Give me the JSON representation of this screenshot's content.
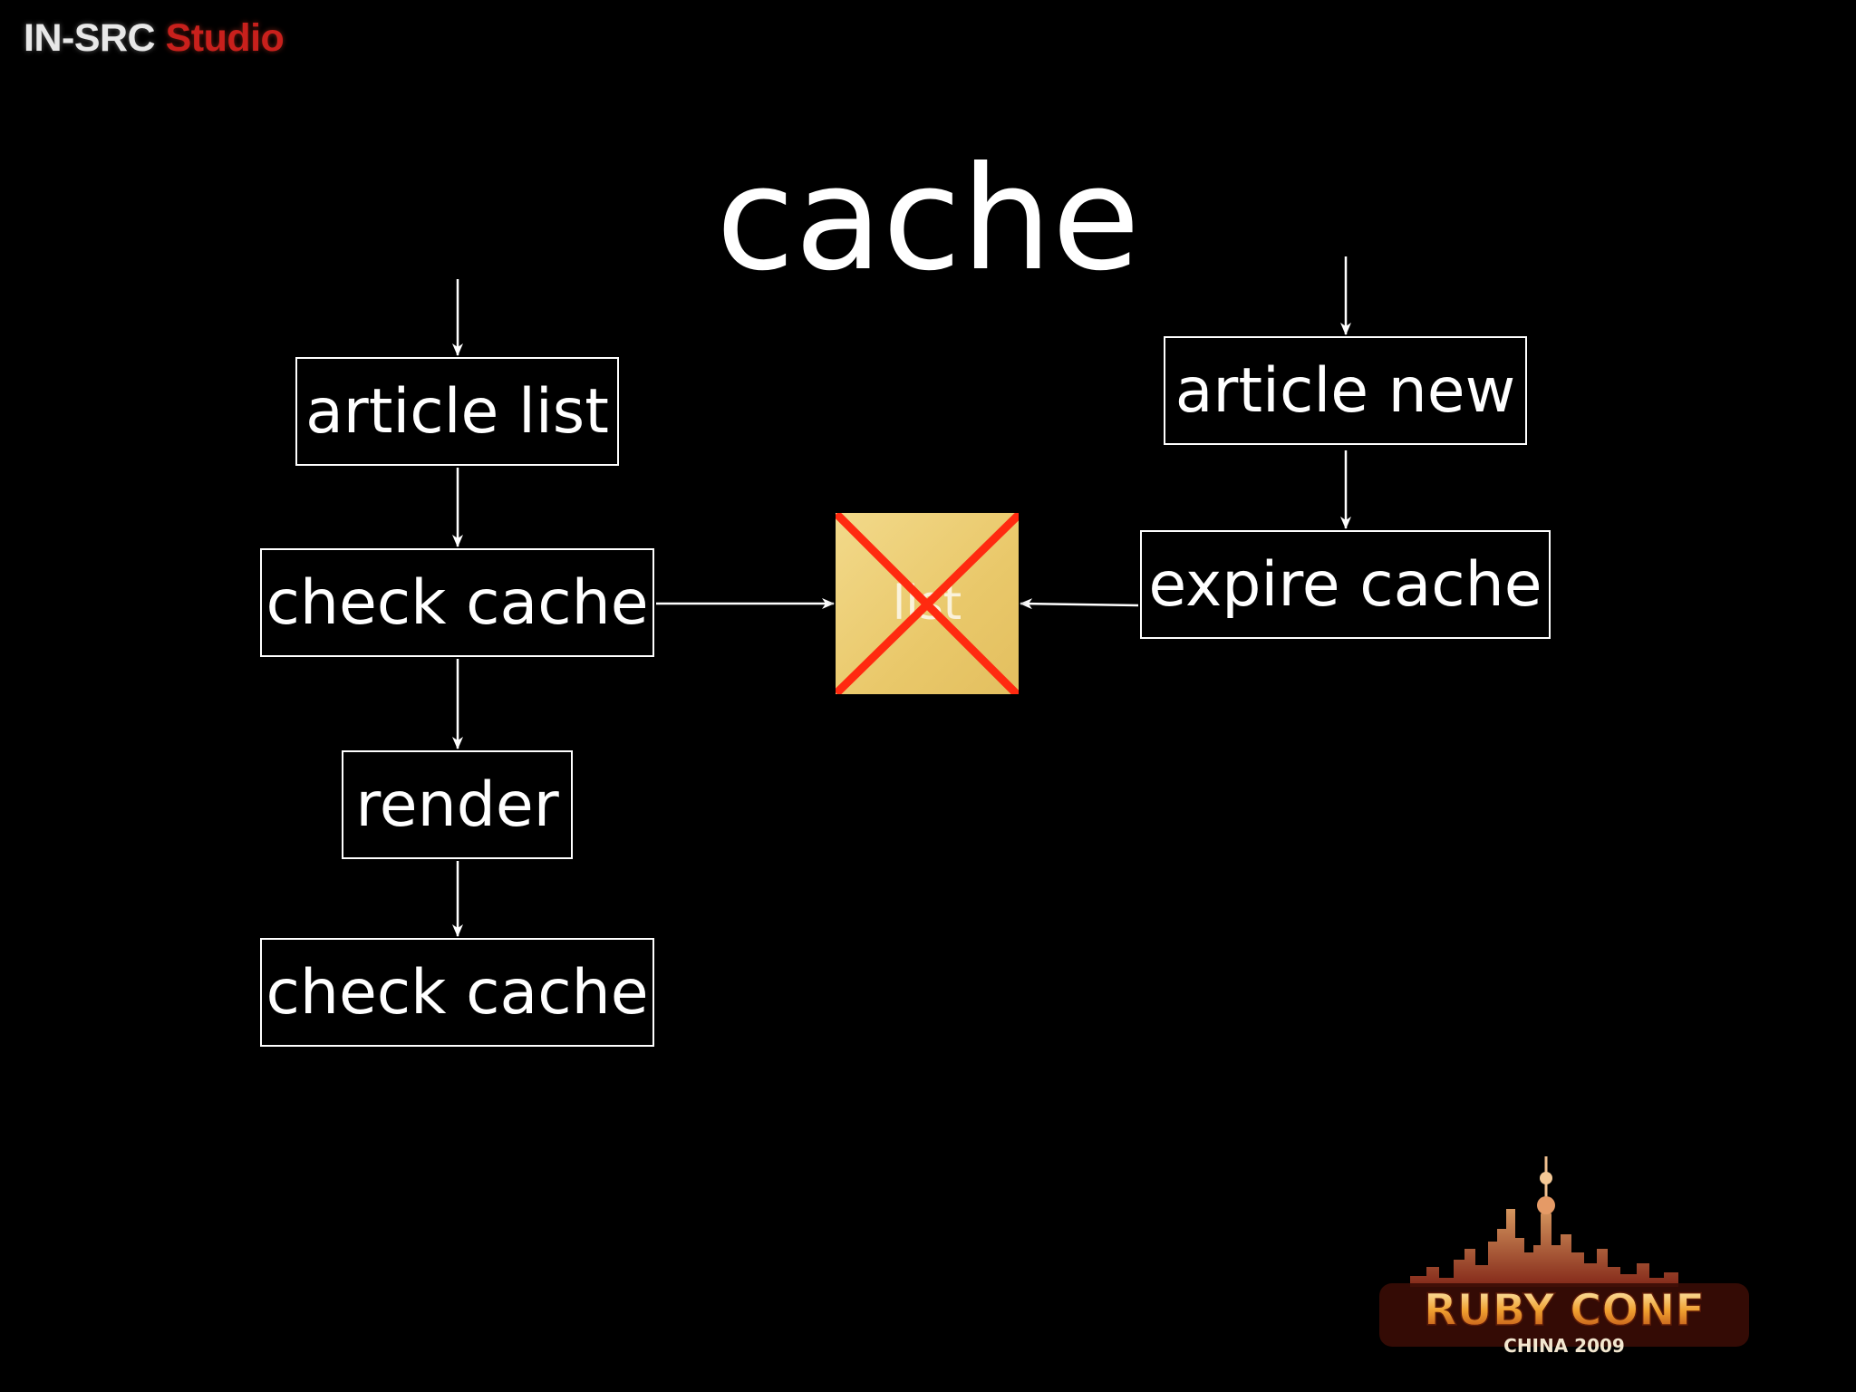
{
  "brand": {
    "part1": "IN-SRC",
    "part2": "Studio"
  },
  "slide": {
    "title": "cache"
  },
  "flow": {
    "article_list": "article list",
    "check_cache_1": "check cache",
    "render": "render",
    "check_cache_2": "check cache",
    "article_new": "article new",
    "expire_cache": "expire cache"
  },
  "cache_note": {
    "label": "list",
    "state": "crossed-out"
  },
  "logo": {
    "line1": "RUBY CONF",
    "line2": "CHINA 2009"
  },
  "colors": {
    "background": "#000000",
    "box_border": "#ffffff",
    "note_fill": "#ecd07a",
    "cross": "#ff2a10",
    "brand_red": "#c8201c"
  }
}
